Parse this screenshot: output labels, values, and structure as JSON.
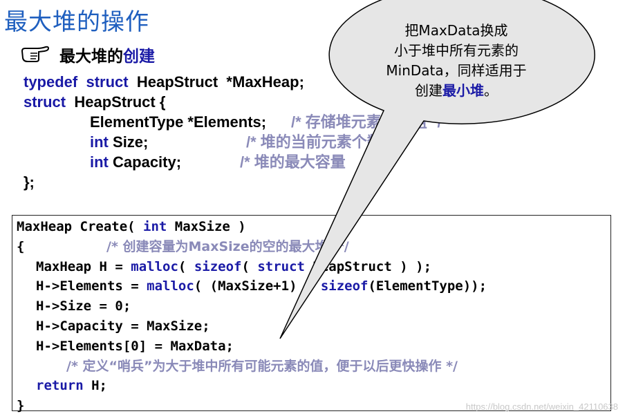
{
  "title": "最大堆的操作",
  "subtitle": {
    "icon": "pointing-hand-icon",
    "prefix": "最大堆的",
    "highlight": "创建"
  },
  "struct_def": {
    "line1": {
      "kw1": "typedef",
      "kw2": "struct",
      "text": "HeapStruct  *MaxHeap;"
    },
    "line2": {
      "kw": "struct",
      "text": "HeapStruct {"
    },
    "line3": {
      "text": "ElementType *Elements;",
      "comment": "/* 存储堆元素的数组 */"
    },
    "line4": {
      "kw": "int",
      "text": "Size;",
      "comment": "/* 堆的当前元素个数 */"
    },
    "line5": {
      "kw": "int",
      "text": "Capacity;",
      "comment": "/* 堆的最大容量"
    },
    "line6": {
      "text": "};"
    }
  },
  "code": {
    "l1": {
      "a": "MaxHeap Create( ",
      "kw": "int",
      "b": " MaxSize )"
    },
    "l2": {
      "a": "{",
      "comment": "/* 创建容量为MaxSize的空的最大堆  */"
    },
    "l3": {
      "a": "MaxHeap H = ",
      "kw1": "malloc",
      "b": "( ",
      "kw2": "sizeof",
      "c": "( ",
      "kw3": "struct",
      "d": " HeapStruct ) );"
    },
    "l4": {
      "a": "H->Elements = ",
      "kw1": "malloc",
      "b": "( (MaxSize+1) * ",
      "kw2": "sizeof",
      "c": "(ElementType));"
    },
    "l5": {
      "a": "H->Size = 0;"
    },
    "l6": {
      "a": "H->Capacity = MaxSize;"
    },
    "l7": {
      "a": "H->Elements[0] = MaxData;"
    },
    "l8": {
      "comment": "/* 定义“哨兵”为大于堆中所有可能元素的值，便于以后更快操作 */"
    },
    "l9": {
      "kw": "return",
      "a": " H;"
    },
    "l10": {
      "a": "}"
    }
  },
  "callout": {
    "line1": "把MaxData换成",
    "line2": "小于堆中所有元素的",
    "line3": "MinData，同样适用于",
    "line4_prefix": "创建",
    "line4_highlight": "最小堆",
    "line4_suffix": "。"
  },
  "watermark": "https://blog.csdn.net/weixin_42110638",
  "colors": {
    "title": "#1f5fbf",
    "keyword": "#1a1aa6",
    "comment": "#8a8ab8",
    "bubble_fill": "#e6e6e6"
  }
}
